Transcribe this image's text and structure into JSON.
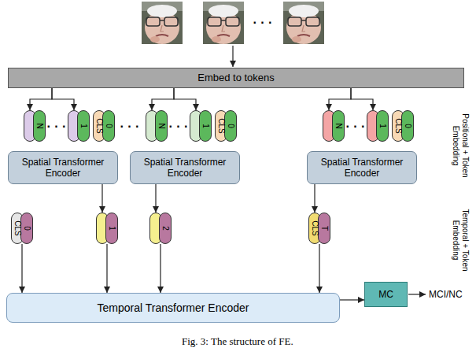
{
  "diagram": {
    "caption": "Fig. 3: The structure of FE.",
    "nodes": [
      {
        "text": [
          "Embed to tokens"
        ]
      },
      {
        "text": [
          "N"
        ]
      },
      {
        "text": [
          "1"
        ]
      },
      {
        "text": [
          "CLS",
          "0"
        ]
      },
      {
        "text": [
          "N"
        ]
      },
      {
        "text": [
          "1"
        ]
      },
      {
        "text": [
          "CLS",
          "0"
        ]
      },
      {
        "text": [
          "N"
        ]
      },
      {
        "text": [
          "1"
        ]
      },
      {
        "text": [
          "CLS",
          "0"
        ]
      },
      {
        "text": [
          "Spatial Transformer Encoder"
        ]
      },
      {
        "text": [
          "Spatial Transformer Encoder"
        ]
      },
      {
        "text": [
          "Spatial Transformer Encoder"
        ]
      },
      {
        "text": [
          "CLS",
          "0"
        ]
      },
      {
        "text": [
          "1"
        ]
      },
      {
        "text": [
          "2"
        ]
      },
      {
        "text": [
          "CLS",
          "T"
        ]
      },
      {
        "text": [
          "Temporal Transformer Encoder"
        ]
      },
      {
        "text": [
          "MC"
        ]
      }
    ],
    "edges": [
      {
        "from": 0,
        "to": 1,
        "arrow": "to"
      },
      {
        "from": 0,
        "to": 2,
        "arrow": "to"
      },
      {
        "from": 0,
        "to": 4,
        "arrow": "to"
      },
      {
        "from": 0,
        "to": 5,
        "arrow": "to"
      },
      {
        "from": 0,
        "to": 7,
        "arrow": "to"
      },
      {
        "from": 0,
        "to": 8,
        "arrow": "to"
      },
      {
        "from": 10,
        "to": 14,
        "arrow": "to"
      },
      {
        "from": 11,
        "to": 15,
        "arrow": "to"
      },
      {
        "from": 12,
        "to": 16,
        "arrow": "to"
      },
      {
        "from": 13,
        "to": 17,
        "arrow": "to"
      },
      {
        "from": 14,
        "to": 17,
        "arrow": "to"
      },
      {
        "from": 15,
        "to": 17,
        "arrow": "to"
      },
      {
        "from": 16,
        "to": 17,
        "arrow": "to"
      },
      {
        "from": 17,
        "to": 18,
        "arrow": "to"
      }
    ],
    "labels": [
      "· · ·",
      "· · ·",
      "· · ·",
      "· · ·",
      "· · ·",
      "Positional + Token Embedding",
      "Temporal + Token Embedding",
      "MCI/NC"
    ]
  }
}
